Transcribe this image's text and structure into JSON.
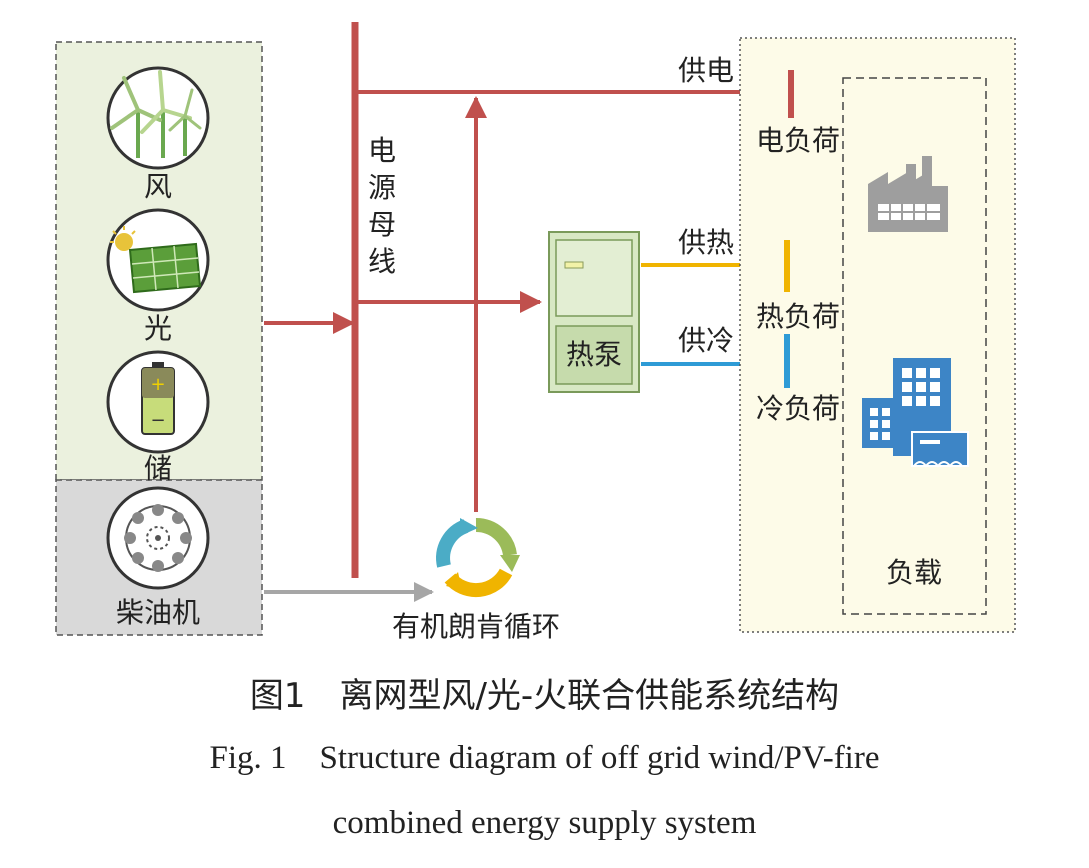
{
  "sources": {
    "wind": "风",
    "solar": "光",
    "storage": "储",
    "diesel": "柴油机"
  },
  "bus": {
    "label_chars": [
      "电",
      "源",
      "母",
      "线"
    ]
  },
  "flows": {
    "power_supply": "供电",
    "heat_supply": "供热",
    "cold_supply": "供冷"
  },
  "devices": {
    "heat_pump": "热泵",
    "orc": "有机朗肯循环"
  },
  "loads": {
    "electric": "电负荷",
    "heat": "热负荷",
    "cold": "冷负荷",
    "group": "负载"
  },
  "colors": {
    "power": "#c0504d",
    "heat": "#f0b400",
    "cold": "#2e9bd6",
    "exhaust": "#a6a6a6",
    "renewable_bg": "#ebf1de",
    "diesel_bg": "#d9d9d9",
    "load_bg": "#fdfbe8"
  },
  "caption": {
    "cn_num": "图1",
    "cn_text": "离网型风/光-火联合供能系统结构",
    "en_line1": "Fig. 1    Structure diagram of off grid wind/PV-fire",
    "en_line2": "combined energy supply system"
  }
}
